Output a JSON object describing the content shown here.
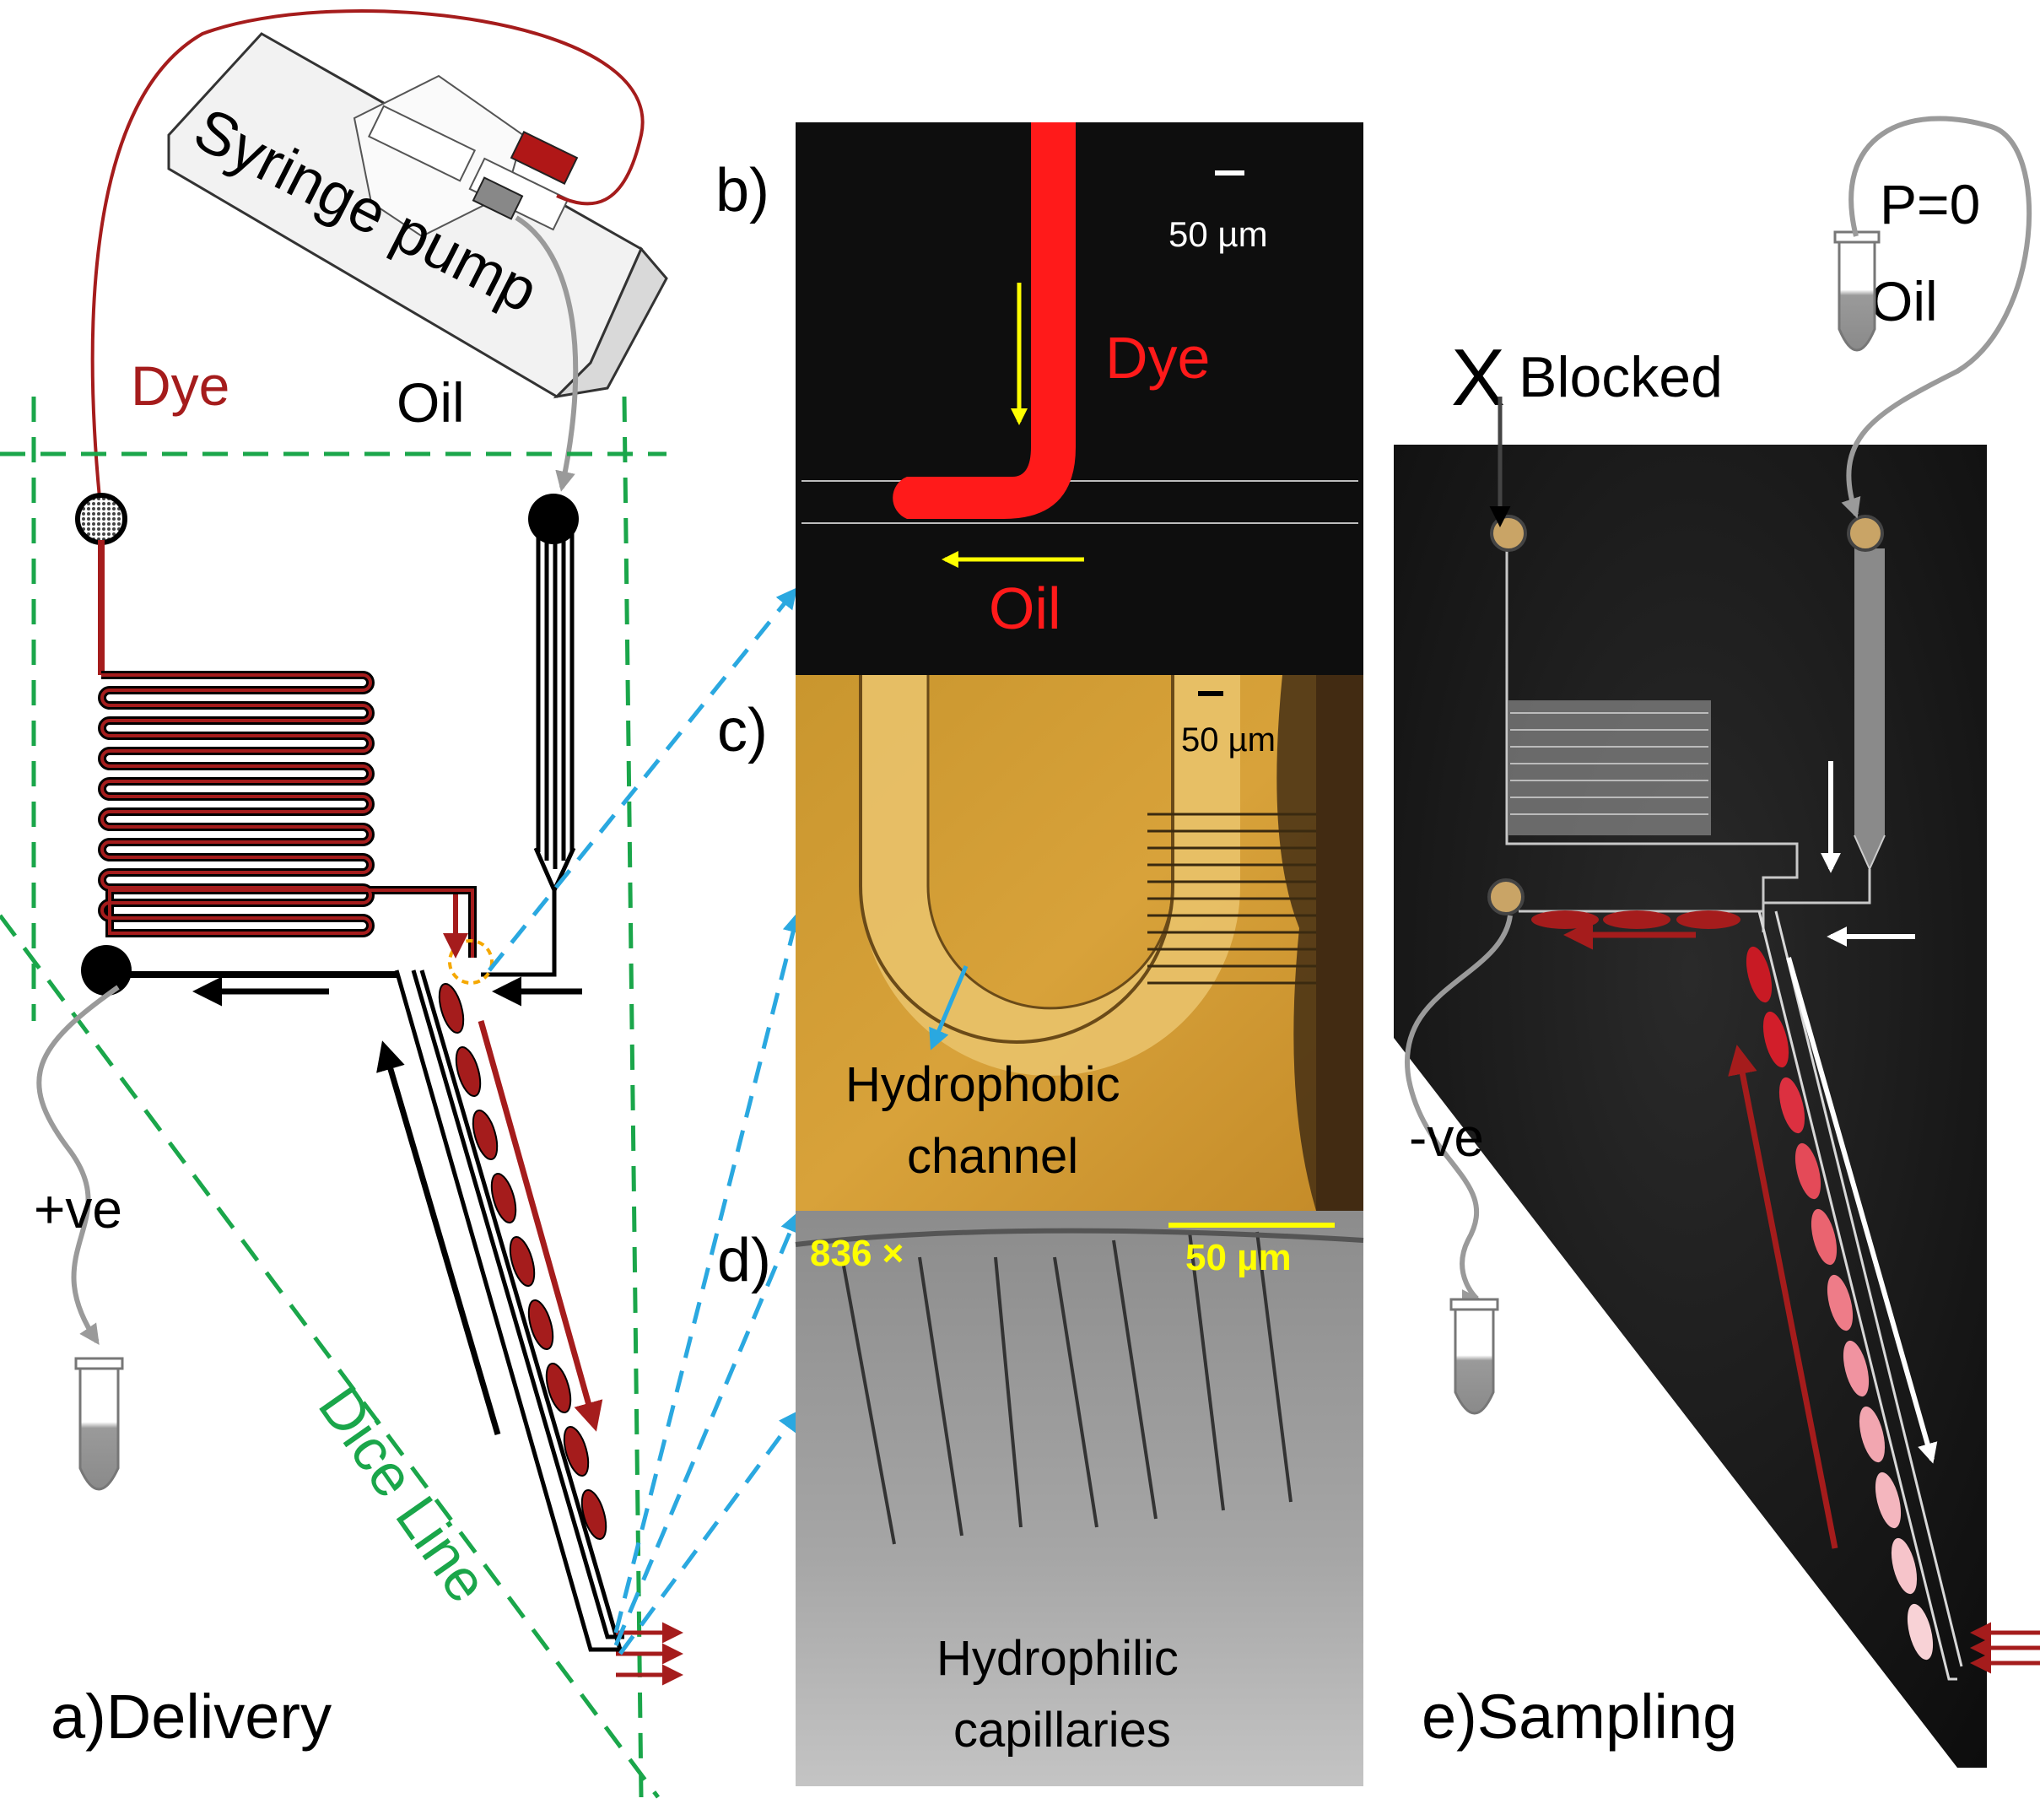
{
  "colors": {
    "dye_red": "#a51c1c",
    "bright_red": "#ff1a1a",
    "dice_green": "#1aa64a",
    "arrow_blue": "#2aa8e0",
    "scale_yellow": "#ffff00",
    "tube_grey": "#9a9a9a",
    "panel_black": "#0e0e0e"
  },
  "icons": [
    "syringe-pump-icon",
    "tube-icon",
    "port-icon",
    "droplet-icon",
    "arrow-icon"
  ],
  "panel_a": {
    "label": "a)Delivery",
    "syringe_pump": "Syringe pump",
    "dye": "Dye",
    "oil": "Oil",
    "plus_ve": "+ve",
    "dice_line": "Dice Line"
  },
  "panel_b": {
    "label": "b)",
    "scale": "50 µm",
    "dye": "Dye",
    "oil": "Oil"
  },
  "panel_c": {
    "label": "c)",
    "scale": "50 µm",
    "caption_line1": "Hydrophobic",
    "caption_line2": "channel"
  },
  "panel_d": {
    "label": "d)",
    "magnification": "836 ×",
    "scale": "50 µm",
    "caption_line1": "Hydrophilic",
    "caption_line2": "capillaries"
  },
  "panel_e": {
    "label": "e)Sampling",
    "blocked_mark": "X",
    "blocked": "Blocked",
    "pressure": "P=0",
    "oil": "Oil",
    "minus_ve": "-ve"
  }
}
